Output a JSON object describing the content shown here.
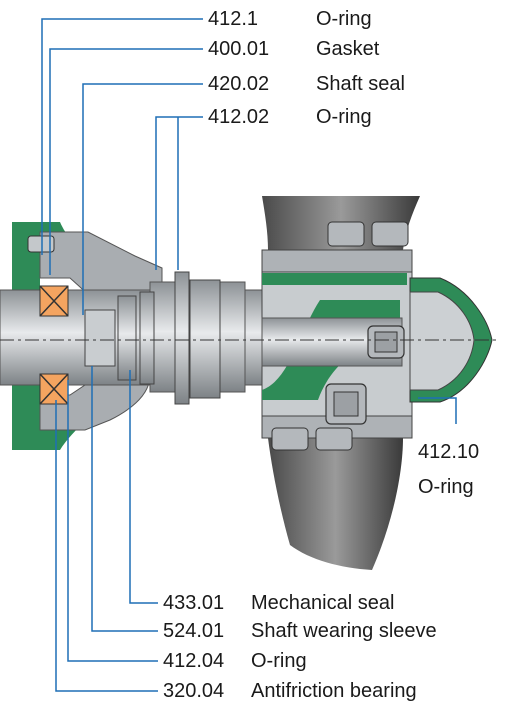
{
  "callouts_top": [
    {
      "number": "412.1",
      "name": "O-ring"
    },
    {
      "number": "400.01",
      "name": "Gasket"
    },
    {
      "number": "420.02",
      "name": "Shaft seal"
    },
    {
      "number": "412.02",
      "name": "O-ring"
    }
  ],
  "callout_right": {
    "number": "412.10",
    "name": "O-ring"
  },
  "callouts_bottom": [
    {
      "number": "433.01",
      "name": "Mechanical seal"
    },
    {
      "number": "524.01",
      "name": "Shaft wearing sleeve"
    },
    {
      "number": "412.04",
      "name": "O-ring"
    },
    {
      "number": "320.04",
      "name": "Antifriction bearing"
    }
  ],
  "colors": {
    "leader_line": "#1f6fb5",
    "housing_green": "#2e8b57",
    "metal_gray": "#b8bcc0",
    "bearing_orange": "#f4a460"
  }
}
